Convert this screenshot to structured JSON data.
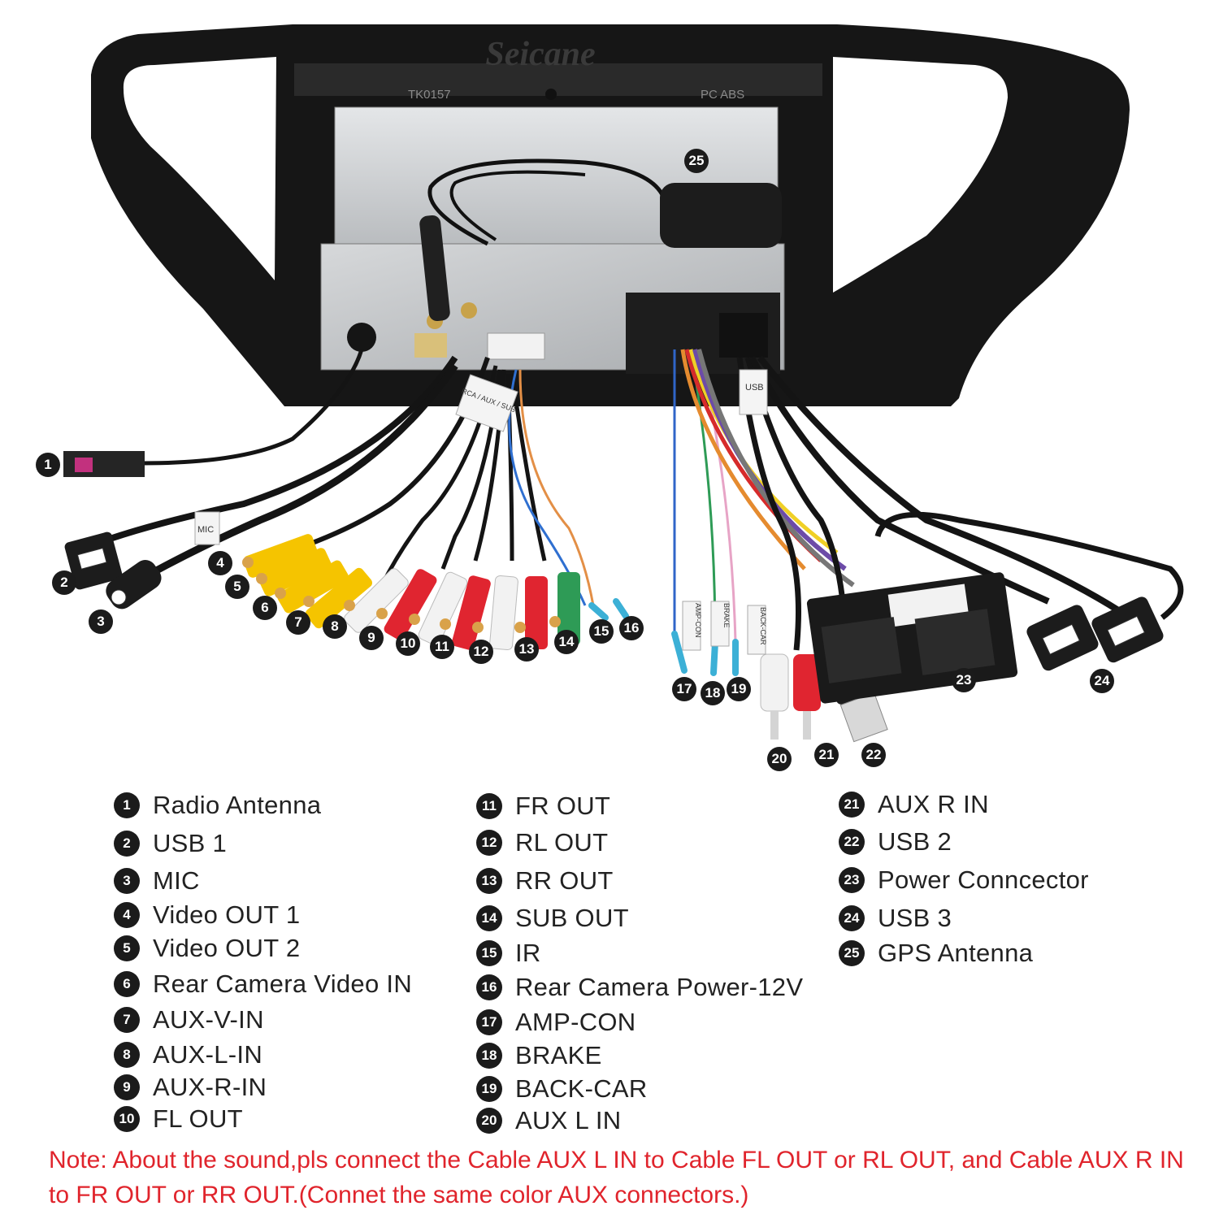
{
  "brand_watermark": "Seicane",
  "panel_marks": {
    "left": "TK0157",
    "right": "PC ABS"
  },
  "cable_tags": {
    "usb": "USB",
    "rca": "RCA / AUX / SUB",
    "mic": "MIC",
    "amp": "AMP-CON",
    "brake": "BRAKE",
    "back": "BACK-CAR"
  },
  "legend": {
    "col1": [
      {
        "num": "1",
        "label": "Radio Antenna"
      },
      {
        "num": "2",
        "label": "USB 1"
      },
      {
        "num": "3",
        "label": "MIC"
      },
      {
        "num": "4",
        "label": "Video OUT 1"
      },
      {
        "num": "5",
        "label": "Video OUT 2"
      },
      {
        "num": "6",
        "label": "Rear Camera Video IN"
      },
      {
        "num": "7",
        "label": "AUX-V-IN"
      },
      {
        "num": "8",
        "label": "AUX-L-IN"
      },
      {
        "num": "9",
        "label": "AUX-R-IN"
      },
      {
        "num": "10",
        "label": "FL OUT"
      }
    ],
    "col2": [
      {
        "num": "11",
        "label": "FR OUT"
      },
      {
        "num": "12",
        "label": "RL OUT"
      },
      {
        "num": "13",
        "label": "RR OUT"
      },
      {
        "num": "14",
        "label": "SUB OUT"
      },
      {
        "num": "15",
        "label": "IR"
      },
      {
        "num": "16",
        "label": "Rear Camera Power-12V"
      },
      {
        "num": "17",
        "label": "AMP-CON"
      },
      {
        "num": "18",
        "label": "BRAKE"
      },
      {
        "num": "19",
        "label": "BACK-CAR"
      },
      {
        "num": "20",
        "label": "AUX L IN"
      }
    ],
    "col3": [
      {
        "num": "21",
        "label": "AUX R IN"
      },
      {
        "num": "22",
        "label": "USB 2"
      },
      {
        "num": "23",
        "label": "Power Conncector"
      },
      {
        "num": "24",
        "label": "USB 3"
      },
      {
        "num": "25",
        "label": "GPS Antenna"
      }
    ]
  },
  "note": "Note: About the sound,pls connect the Cable AUX L IN to Cable FL OUT or RL OUT, and Cable AUX R IN to FR OUT or RR OUT.(Connet the same color AUX connectors.)"
}
